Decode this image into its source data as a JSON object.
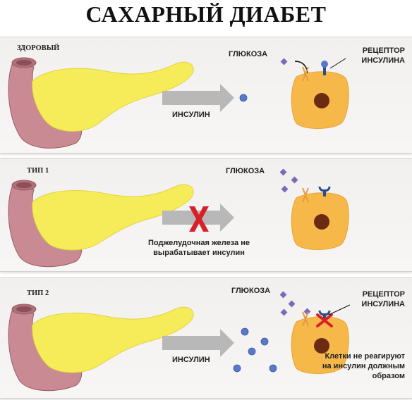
{
  "title": "САХАРНЫЙ ДИАБЕТ",
  "panels": [
    {
      "tag": "ЗДОРОВЫЙ",
      "glucose": "ГЛЮКОЗА",
      "receptor": "РЕЦЕПТОР ИНСУЛИНА",
      "insulin": "ИНСУЛИН"
    },
    {
      "tag": "ТИП 1",
      "glucose": "ГЛЮКОЗА",
      "note": "Поджелудочная железа не вырабатывает инсулин"
    },
    {
      "tag": "ТИП 2",
      "glucose": "ГЛЮКОЗА",
      "receptor": "РЕЦЕПТОР ИНСУЛИНА",
      "insulin": "ИНСУЛИН",
      "note": "Клетки не реагируют на инсулин должным образом"
    }
  ],
  "colors": {
    "gland": "#f6ec5a",
    "duodenum": "#c98a93",
    "cell": "#f7b84a",
    "nucleus": "#6b2a12",
    "glucose": "#7a6ab8",
    "insulin": "#5878c8",
    "cross": "#d8202a",
    "arrow": "#b8b8b8"
  }
}
